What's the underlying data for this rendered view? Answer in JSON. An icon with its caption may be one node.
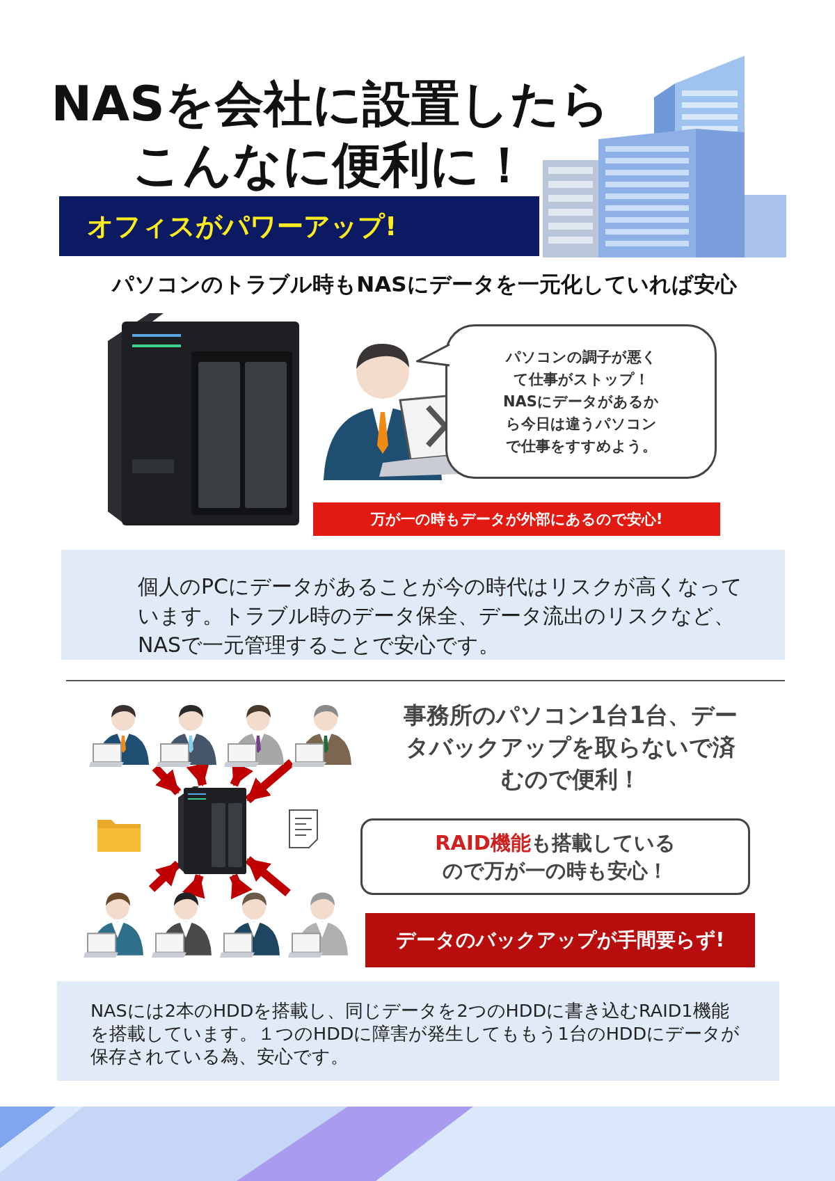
{
  "diagram": {
    "title": "NASを会社に設置したらこんなに便利に！",
    "nodes": [
      {
        "text": [
          "オフィスがパワーアップ!"
        ]
      },
      {
        "text": [
          "パソコンの調子が悪くて仕事がストップ！NASにデータがあるから今日は違うパソコンで仕事をすすめよう。"
        ]
      },
      {
        "text": [
          "万が一の時もデータが外部にあるので安心!"
        ]
      },
      {
        "text": [
          "個人のPCにデータがあることが今の時代はリスクが高くなっています。トラブル時のデータ保全、データ流出のリスクなど、NASで一元管理することで安心です。"
        ]
      },
      {
        "text": [],
        "shape": "person"
      },
      {
        "text": [],
        "shape": "person"
      },
      {
        "text": [],
        "shape": "person"
      },
      {
        "text": [],
        "shape": "person"
      },
      {
        "text": [],
        "shape": "picture"
      },
      {
        "text": [],
        "shape": "person"
      },
      {
        "text": [],
        "shape": "person"
      },
      {
        "text": [],
        "shape": "person"
      },
      {
        "text": [],
        "shape": "person"
      },
      {
        "text": [
          "**RAID機能**も搭載しているので万が一の時も安心！"
        ]
      },
      {
        "text": [
          "データのバックアップが手間要らず!"
        ]
      },
      {
        "text": [
          "NASには2本のHDDを搭載し、同じデータを2つのHDDに書き込むRAID1機能を搭載しています。１つのHDDに障害が発生してももう1台のHDDにデータが保存されている為、安心です。"
        ]
      }
    ],
    "edges": [
      {
        "from": 4,
        "to": 8,
        "arrow": "to"
      },
      {
        "from": 5,
        "to": 8,
        "arrow": "to"
      },
      {
        "from": 6,
        "to": 8,
        "arrow": "to"
      },
      {
        "from": 7,
        "to": 8,
        "arrow": "to"
      },
      {
        "from": 9,
        "to": 8,
        "arrow": "to"
      },
      {
        "from": 10,
        "to": 8,
        "arrow": "to"
      },
      {
        "from": 11,
        "to": 8,
        "arrow": "to"
      },
      {
        "from": 12,
        "to": 8,
        "arrow": "to"
      }
    ],
    "labels": [
      "パソコンのトラブル時もNASにデータを一元化していれば安心",
      "事務所のパソコン1台1台、データバックアップを取らないで済むので便利！"
    ]
  }
}
